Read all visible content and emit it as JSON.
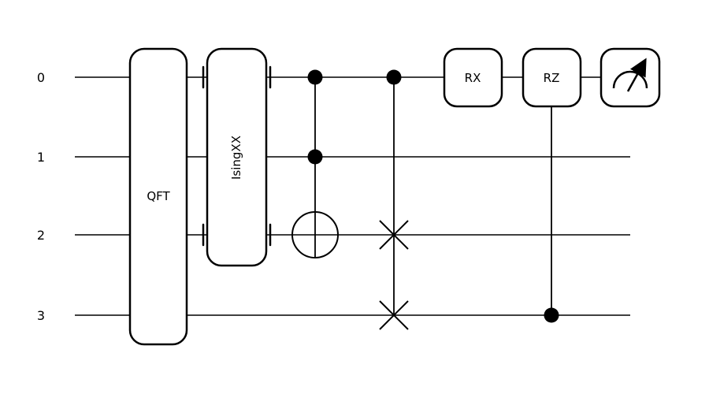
{
  "diagram": {
    "type": "quantum-circuit",
    "wire_labels": [
      "0",
      "1",
      "2",
      "3"
    ],
    "gates": {
      "qft": {
        "label": "QFT",
        "wires": [
          0,
          1,
          2,
          3
        ]
      },
      "isingxx": {
        "label": "IsingXX",
        "wires": [
          0,
          2
        ],
        "box_span": [
          0,
          2
        ]
      },
      "toffoli": {
        "controls": [
          0,
          1
        ],
        "target": 2
      },
      "cswap": {
        "control": 0,
        "swaps": [
          2,
          3
        ]
      },
      "rx": {
        "label": "RX",
        "wires": [
          0
        ]
      },
      "crz": {
        "label": "RZ",
        "wires": [
          0
        ],
        "control": 3
      },
      "measurement": {
        "wires": [
          0
        ]
      }
    },
    "colors": {
      "ink": "#000000",
      "background": "#ffffff"
    }
  }
}
